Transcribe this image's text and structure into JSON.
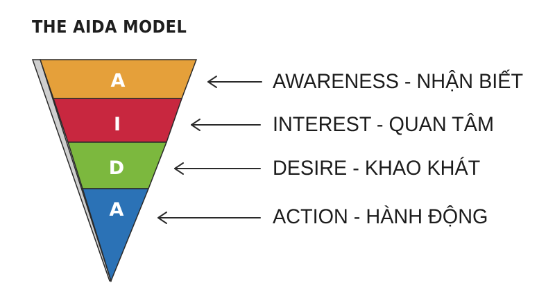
{
  "title": "THE AIDA MODEL",
  "stages": [
    {
      "letter": "A",
      "label": "AWARENESS - NHẬN BIẾT",
      "color": "#e5a03a"
    },
    {
      "letter": "I",
      "label": "INTEREST - QUAN TÂM",
      "color": "#c8273f"
    },
    {
      "letter": "D",
      "label": "DESIRE - KHAO KHÁT",
      "color": "#7cb83e"
    },
    {
      "letter": "A",
      "label": "ACTION - HÀNH ĐỘNG",
      "color": "#2b72b6"
    }
  ],
  "colors": {
    "side": "#cfcfcf",
    "outline": "#2a2a2a",
    "arrow": "#2a2a2a"
  }
}
